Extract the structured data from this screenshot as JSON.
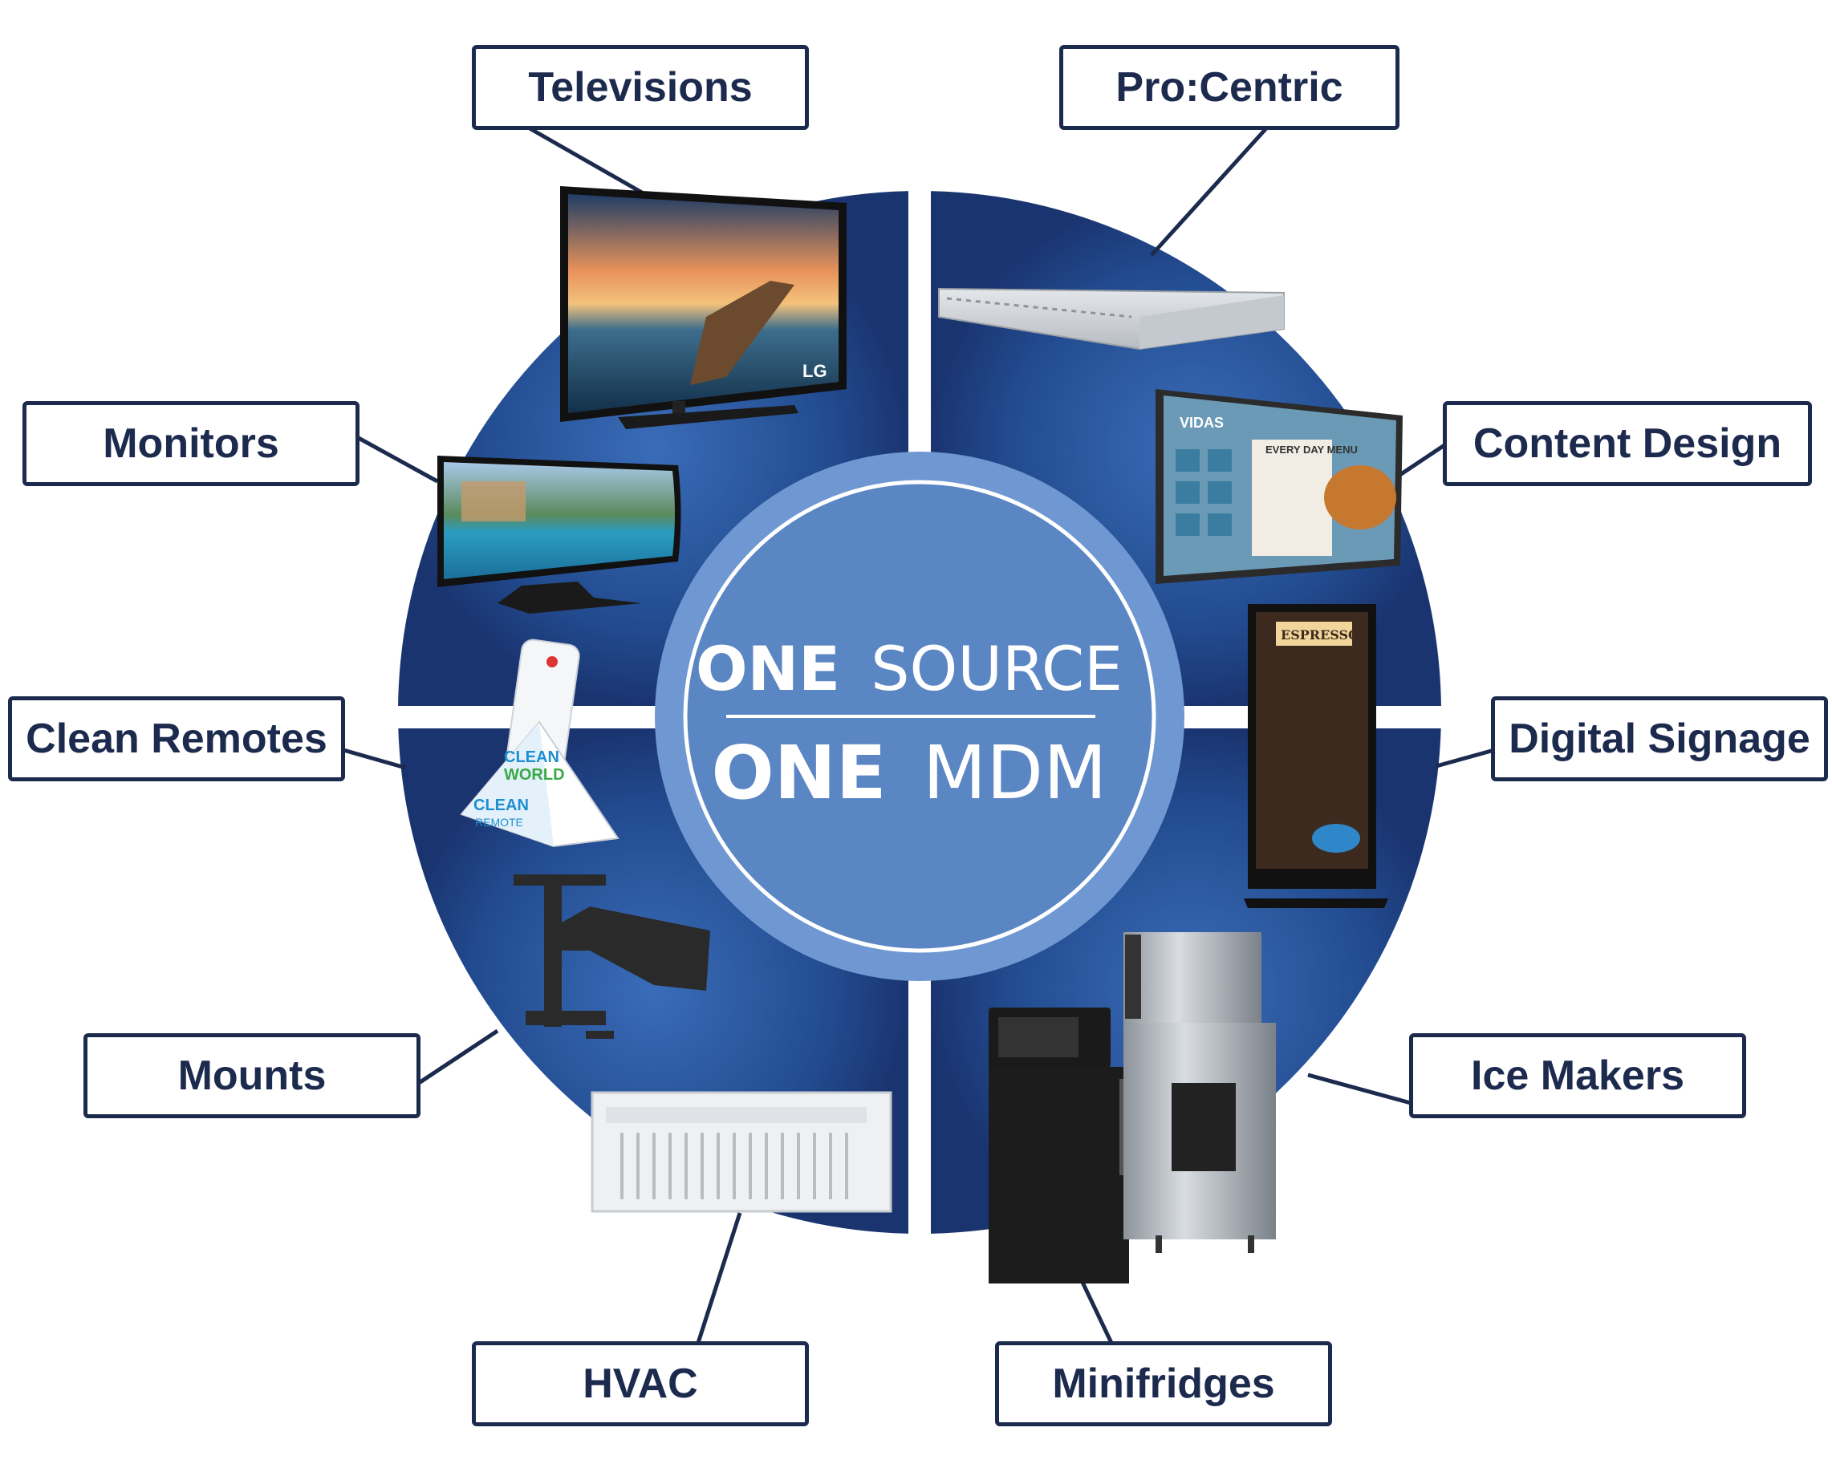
{
  "center": {
    "line1_bold": "ONE",
    "line1_light": "SOURCE",
    "line2_bold": "ONE",
    "line2_light": "MDM"
  },
  "labels": {
    "televisions": "Televisions",
    "procentric": "Pro:Centric",
    "monitors": "Monitors",
    "content_design": "Content Design",
    "clean_remotes": "Clean Remotes",
    "digital_signage": "Digital Signage",
    "mounts": "Mounts",
    "ice_makers": "Ice Makers",
    "hvac": "HVAC",
    "minifridges": "Minifridges"
  },
  "product_text": {
    "tv_brand": "LG",
    "vidas_brand": "VIDAS",
    "menu_title": "EVERY DAY MENU",
    "espresso_sign": "ESPRESSO",
    "clean_remote_line1": "CLEAN",
    "clean_remote_line2": "WORLD",
    "clean_remote_line3": "CLEAN",
    "clean_remote_line4": "REMOTE"
  },
  "colors": {
    "navy": "#1c2a4e",
    "circle_dark": "#1e3a75",
    "circle_mid": "#2c5aa0",
    "center_fill": "#5b86c4",
    "ring": "#8fb0de"
  }
}
